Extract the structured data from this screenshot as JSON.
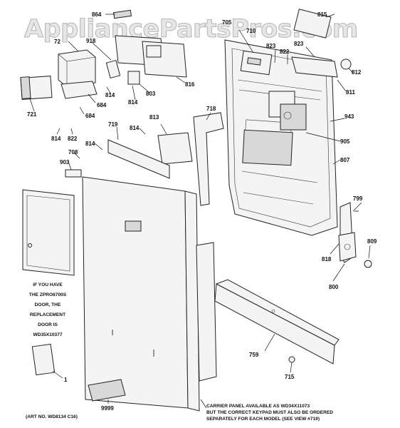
{
  "watermark": "AppliancePartsPros.com",
  "callouts": {
    "c864": "864",
    "c815": "815",
    "c705": "705",
    "c710": "710",
    "c72": "72",
    "c918": "918",
    "c823a": "823",
    "c822a": "822",
    "c823b": "823",
    "c812": "812",
    "c811": "811",
    "c814a": "814",
    "c803": "803",
    "c816": "816",
    "c684a": "684",
    "c684b": "684",
    "c814b": "814",
    "c721": "721",
    "c718": "718",
    "c943": "943",
    "c813": "813",
    "c719": "719",
    "c814c": "814",
    "c814d": "814",
    "c822b": "822",
    "c814e": "814",
    "c905": "905",
    "c807": "807",
    "c708": "708",
    "c903": "903",
    "c799": "799",
    "c809": "809",
    "c818": "818",
    "c800": "800",
    "c759": "759",
    "c715": "715",
    "c1": "1",
    "c9999": "9999"
  },
  "door_note": [
    "IF YOU HAVE",
    "THE ZPRO6700S",
    "DOOR, THE",
    "REPLACEMENT",
    "DOOR IS",
    "WD35X10377"
  ],
  "carrier_note": [
    "CARRIER PANEL AVAILABLE AS WD34X11073",
    "BUT THE CORRECT KEYPAD MUST ALSO BE ORDERED",
    "SEPARATELY FOR EACH MODEL (SEE VIEW #719)"
  ],
  "art_no": "(ART NO. WD8134 C16)"
}
